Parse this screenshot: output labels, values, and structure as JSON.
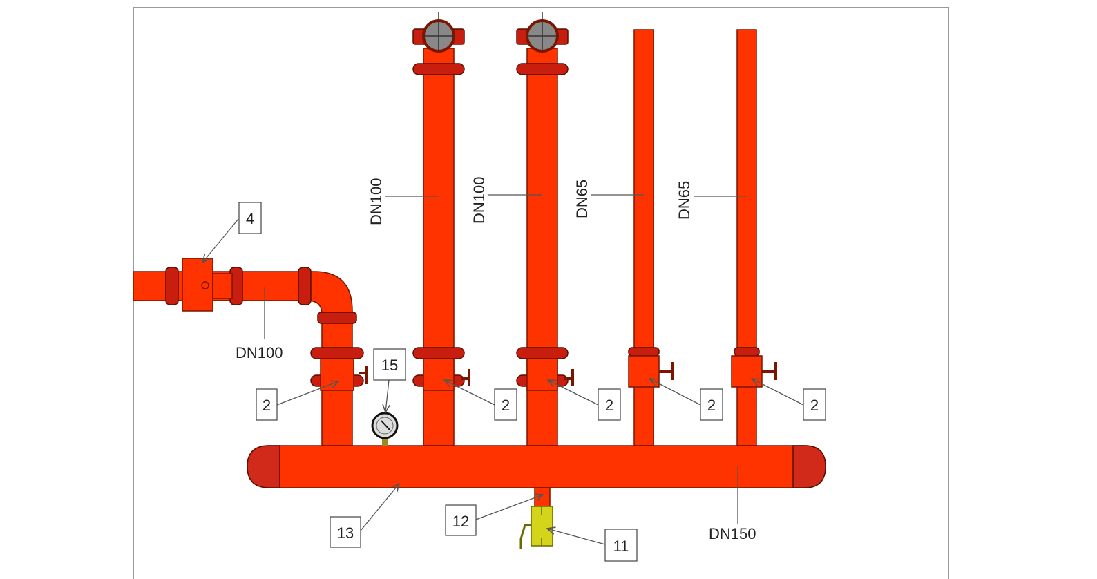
{
  "pipe_labels": {
    "riser1": "DN100",
    "riser2": "DN100",
    "riser3": "DN65",
    "riser4": "DN65",
    "inlet": "DN100",
    "header": "DN150"
  },
  "callouts": {
    "inlet_valve": "4",
    "valve_a": "2",
    "valve_b": "2",
    "valve_c": "2",
    "valve_d": "2",
    "valve_e": "2",
    "pressure_gauge": "15",
    "drain_pipe": "12",
    "header": "13",
    "ball_valve": "11"
  },
  "colors": {
    "pipe": "#ff3300",
    "ball_valve": "#d4d41a",
    "gauge": "#dddddd"
  }
}
